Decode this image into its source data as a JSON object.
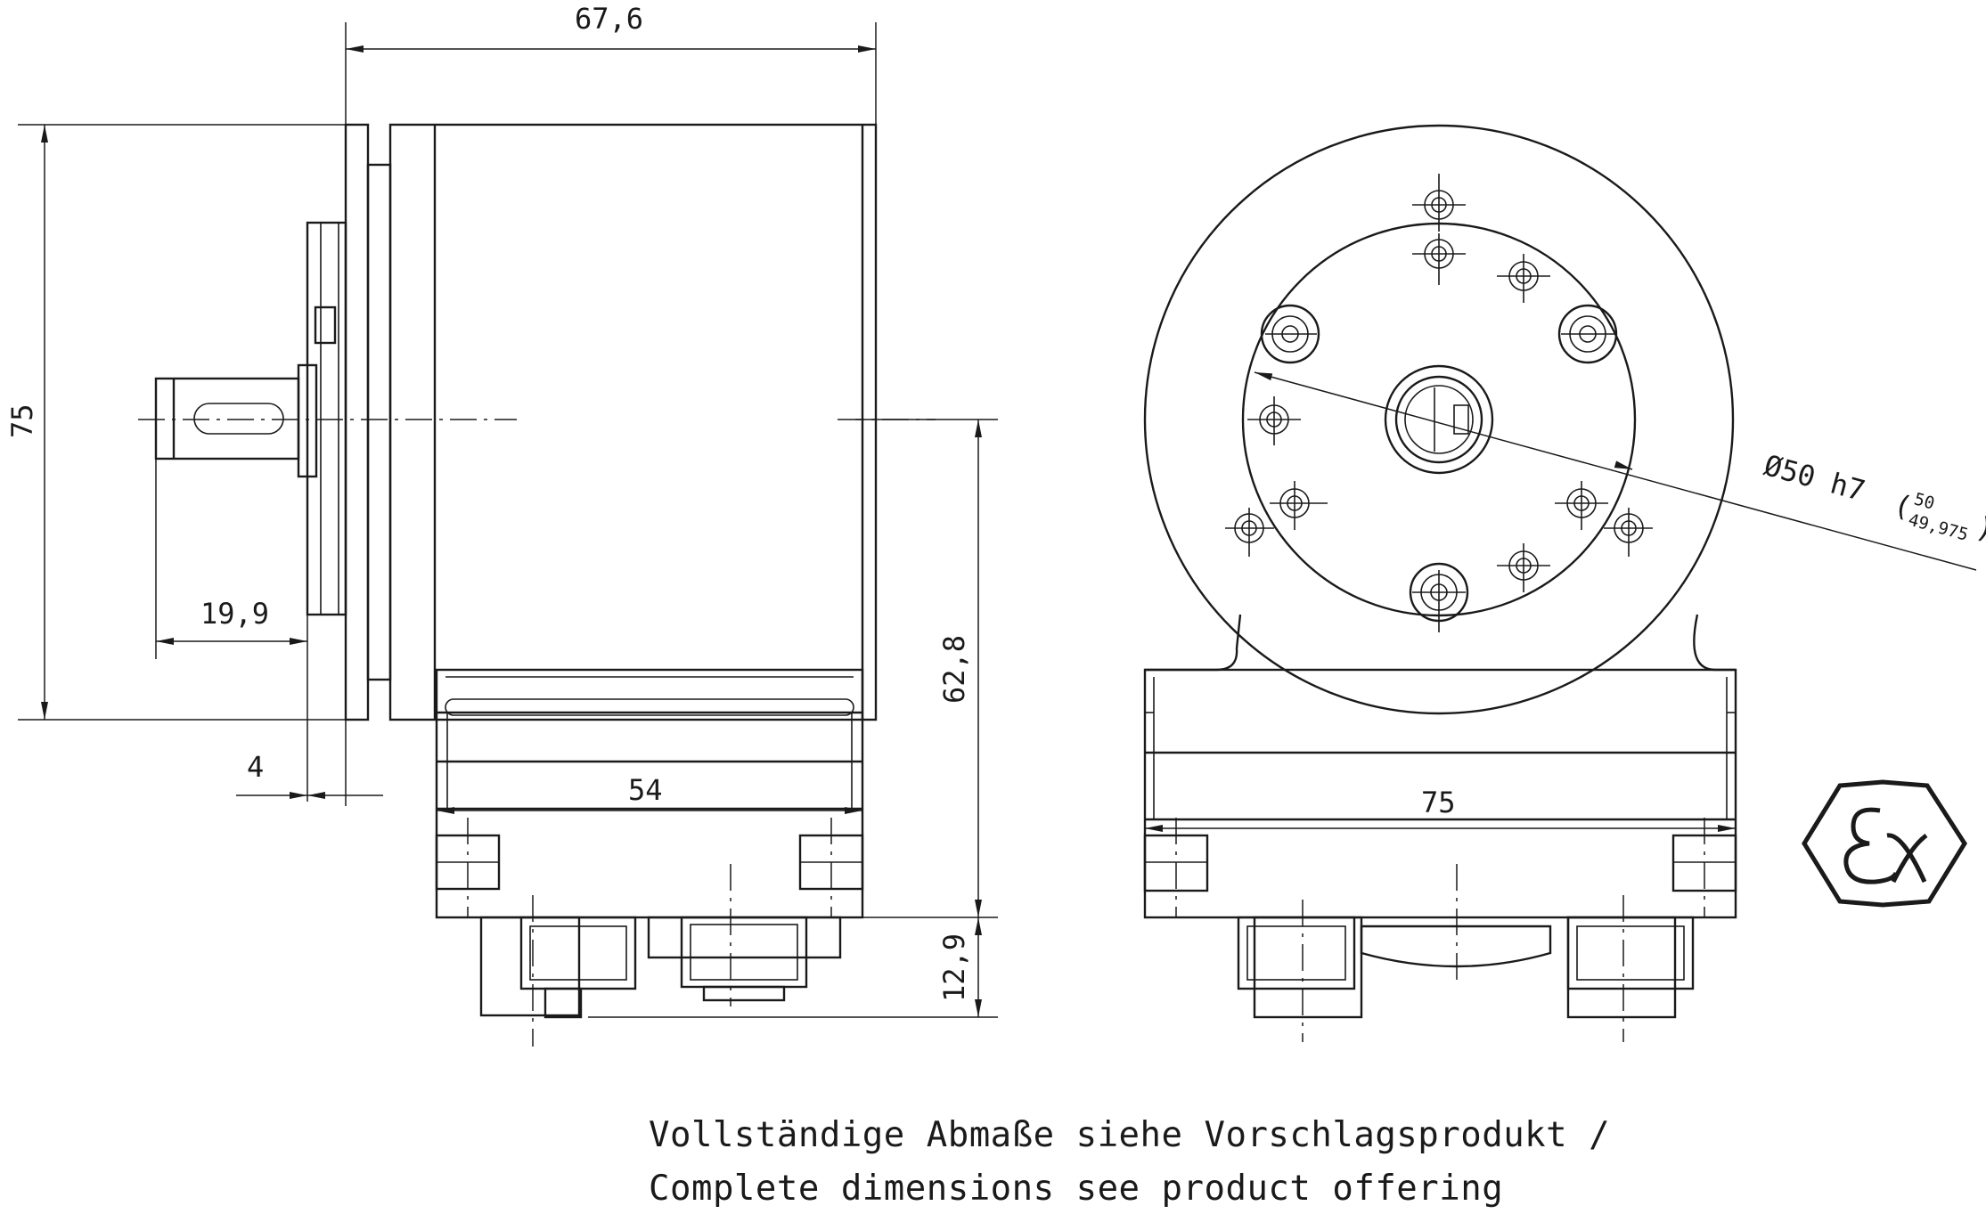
{
  "dimensions": {
    "overall_length": "67,6",
    "flange_height": "75",
    "shaft_length": "19,9",
    "flange_thickness": "4",
    "base_width_side": "54",
    "center_to_base": "62,8",
    "connector_height": "12,9",
    "base_width_front": "75",
    "spigot_diameter": "Ø50 h7",
    "tolerance_upper": "50",
    "tolerance_lower": "49,975"
  },
  "note": {
    "line_de": "Vollständige Abmaße siehe Vorschlagsprodukt /",
    "line_en": "Complete dimensions see product offering"
  },
  "symbols": {
    "ex_mark": "Ex"
  }
}
